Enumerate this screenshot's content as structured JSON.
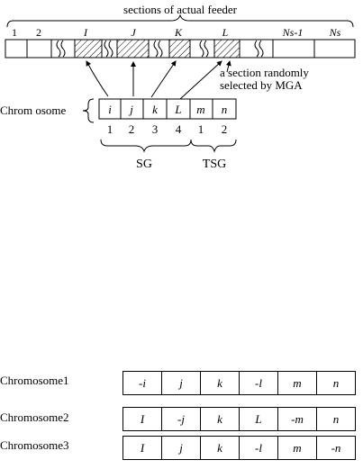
{
  "feeder": {
    "header": "sections of actual feeder",
    "labels": [
      "1",
      "2",
      "I",
      "J",
      "K",
      "L",
      "Ns-1",
      "Ns"
    ],
    "annotation": [
      "a section randomly",
      "selected by MGA"
    ]
  },
  "chromosome": {
    "label": "Chrom osome",
    "genes": [
      "i",
      "j",
      "k",
      "L",
      "m",
      "n"
    ],
    "indices": [
      "1",
      "2",
      "3",
      "4",
      "1",
      "2"
    ],
    "groups": [
      "SG",
      "TSG"
    ]
  },
  "examples": [
    {
      "label": "Chromosome1",
      "genes": [
        "-i",
        "j",
        "k",
        "-l",
        "m",
        "n"
      ]
    },
    {
      "label": "Chromosome2",
      "genes": [
        "I",
        "-j",
        "k",
        "L",
        "-m",
        "n"
      ]
    },
    {
      "label": "Chromosome3",
      "genes": [
        "I",
        "j",
        "k",
        "-l",
        "m",
        "-n"
      ]
    }
  ]
}
